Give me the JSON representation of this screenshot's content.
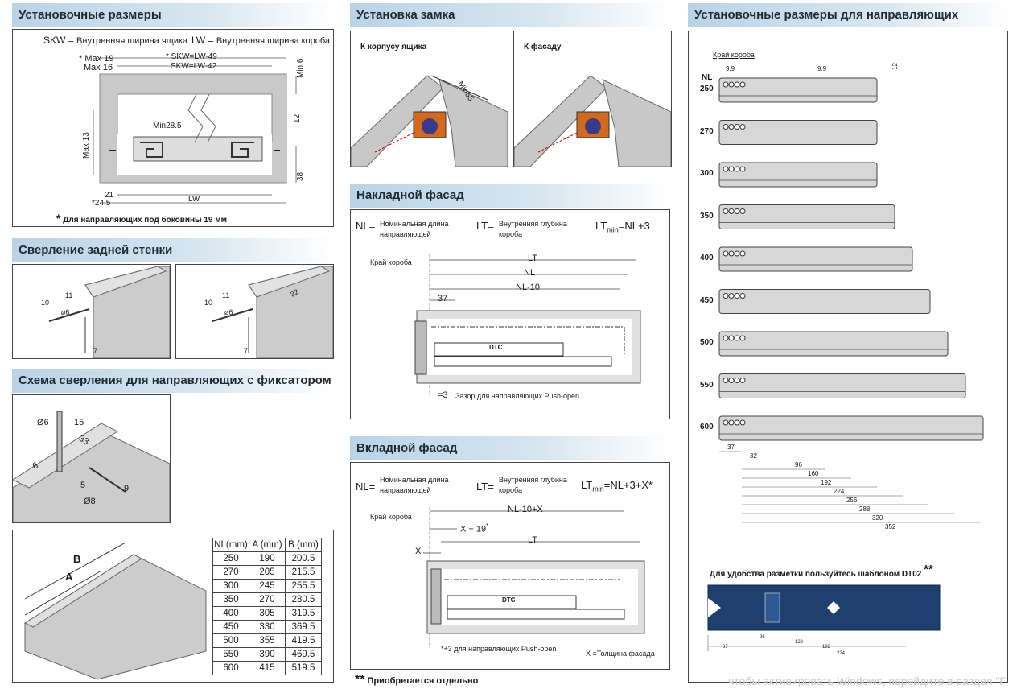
{
  "sections": {
    "install_dims": "Установочные размеры",
    "lock_install": "Установка замка",
    "rail_dims": "Установочные размеры для направляющих",
    "back_drill": "Сверление задней стенки",
    "overlay_front": "Накладной фасад",
    "drill_scheme": "Схема сверления для направляющих с фиксатором",
    "inset_front": "Вкладной фасад"
  },
  "install": {
    "skw_label": "SKW",
    "skw_desc": "Внутренняя ширина ящика",
    "lw_label": "LW",
    "lw_desc": "Внутренняя ширина короба",
    "max19": "Max 19",
    "max16": "Max 16",
    "skw49": "SKW=LW-49",
    "skw42": "SKW=LW-42",
    "min6": "Min 6",
    "max13": "Max 13",
    "min285": "Min28.5",
    "d12": "12",
    "d38": "38",
    "d21": "21",
    "d245": "24.5",
    "lw": "LW",
    "note": "Для направляющих под боковины 19 мм"
  },
  "lock": {
    "to_body": "К корпусу ящика",
    "to_front": "К фасаду",
    "min55": "Min55"
  },
  "back": {
    "d10": "10",
    "d11": "11",
    "d6": "⌀6",
    "d7": "7",
    "d32": "32"
  },
  "scheme": {
    "d6": "Ø6",
    "d15": "15",
    "d33": "33",
    "d6b": "6",
    "d5": "5",
    "d8": "Ø8",
    "d9": "9",
    "a": "A",
    "b": "B"
  },
  "nl_table": {
    "headers": [
      "NL(mm)",
      "A (mm)",
      "B (mm)"
    ],
    "rows": [
      [
        "250",
        "190",
        "200.5"
      ],
      [
        "270",
        "205",
        "215.5"
      ],
      [
        "300",
        "245",
        "255.5"
      ],
      [
        "350",
        "270",
        "280.5"
      ],
      [
        "400",
        "305",
        "319.5"
      ],
      [
        "450",
        "330",
        "369.5"
      ],
      [
        "500",
        "355",
        "419.5"
      ],
      [
        "550",
        "390",
        "469.5"
      ],
      [
        "600",
        "415",
        "519.5"
      ]
    ]
  },
  "overlay": {
    "nl_eq": "NL=",
    "nl_desc1": "Номинальная длина",
    "nl_desc2": "направляющей",
    "lt_eq": "LT=",
    "lt_desc1": "Внутренняя глубина",
    "lt_desc2": "короба",
    "ltmin_pre": "LT",
    "ltmin_sub": "min",
    "ltmin_post": "=NL+3",
    "edge": "Край короба",
    "lt": "LT",
    "nl": "NL",
    "nl10": "NL-10",
    "d37": "37",
    "gap": "=3",
    "gap_desc": "Зазор для направляющих Push-open",
    "brand": "DTC"
  },
  "inset": {
    "ltmin_post": "=NL+3+X*",
    "nl10x": "NL-10+X",
    "x19": "X + 19",
    "x19_star": "*",
    "lt": "LT",
    "x": "X",
    "push": "*+3 для направляющих Push-open",
    "xdesc": "X =Толщина фасада",
    "buy": "Приобретается отдельно",
    "stars": "**"
  },
  "rails": {
    "edge": "Край короба",
    "nl": "NL",
    "d99a": "9.9",
    "d99b": "9.9",
    "d12": "12",
    "lengths": [
      "250",
      "270",
      "300",
      "350",
      "400",
      "450",
      "500",
      "550",
      "600"
    ],
    "bottom_dims": [
      "37",
      "32",
      "96",
      "160",
      "192",
      "224",
      "256",
      "288",
      "320",
      "352"
    ],
    "template_note": "Для удобства разметки пользуйтесь шаблоном DT02",
    "template_stars": "**",
    "tpl_dims": [
      "37",
      "96",
      "128",
      "192",
      "224"
    ]
  },
  "watermark": "чтобы активировать Windows, перейдите в раздел \"Г"
}
